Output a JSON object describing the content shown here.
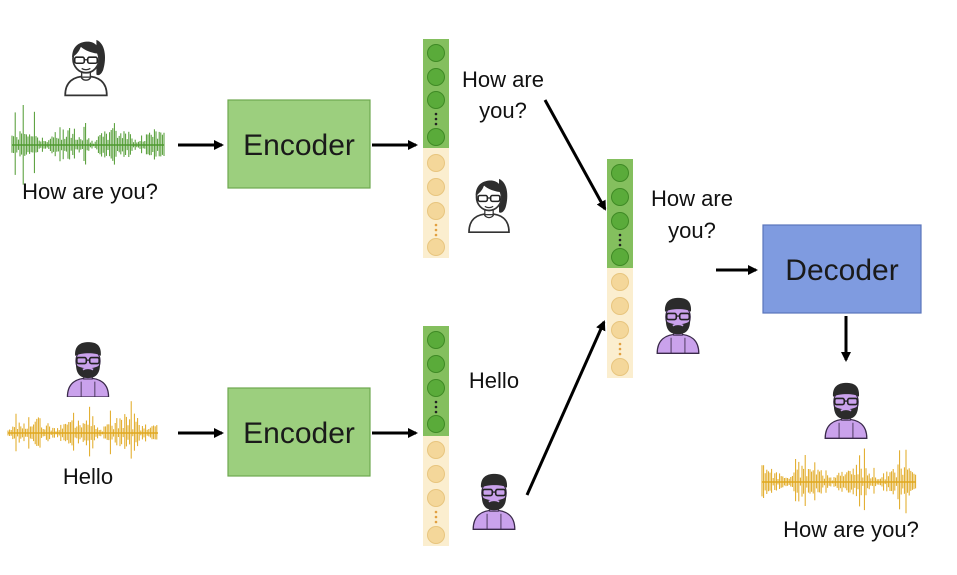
{
  "colors": {
    "content_waveform": "#4e9a2f",
    "style_waveform": "#e0a81f",
    "content_bead": "#5aab3a",
    "content_column": "#84bf5e",
    "style_bead": "#f4d79a",
    "style_column": "#fbeecf",
    "encoder_box": "#9ccf7e",
    "decoder_box": "#7f9be0",
    "person_female_fill": "#ffffff",
    "person_male_fill": "#caa2ec"
  },
  "icons": {
    "speaker_female": "person-female-glasses-icon",
    "speaker_male": "person-male-bearded-glasses-icon"
  },
  "top_input": {
    "caption": "How are you?"
  },
  "bottom_input": {
    "caption": "Hello"
  },
  "encoder_top": {
    "label": "Encoder"
  },
  "encoder_bottom": {
    "label": "Encoder"
  },
  "top_embedding": {
    "content_text_line1": "How are",
    "content_text_line2": "you?"
  },
  "bottom_embedding": {
    "content_text": "Hello"
  },
  "combined_embedding": {
    "content_text_line1": "How are",
    "content_text_line2": "you?"
  },
  "decoder": {
    "label": "Decoder"
  },
  "output": {
    "caption": "How are you?"
  }
}
